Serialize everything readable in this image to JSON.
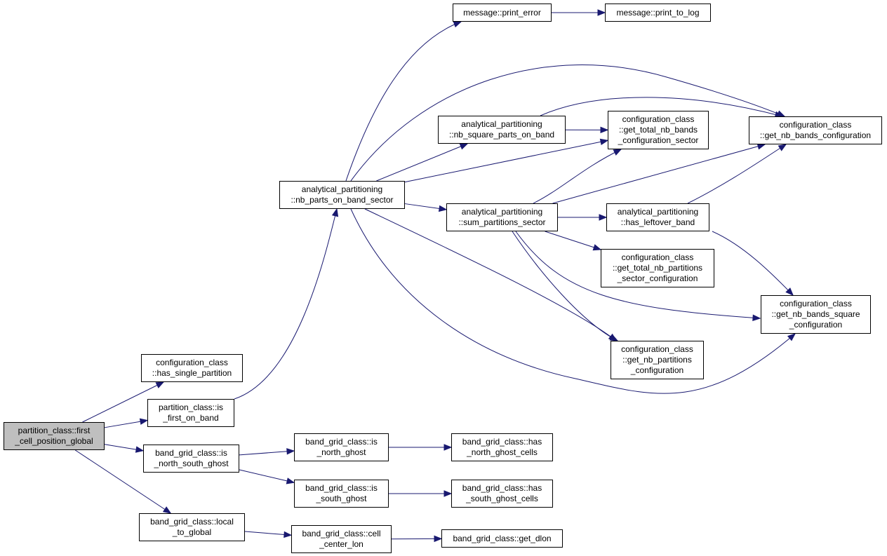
{
  "nodes": {
    "partition_first_cell": {
      "text": "partition_class::first\n_cell_position_global"
    },
    "has_single_partition": {
      "text": "configuration_class\n::has_single_partition"
    },
    "is_first_on_band": {
      "text": "partition_class::is\n_first_on_band"
    },
    "is_north_south_ghost": {
      "text": "band_grid_class::is\n_north_south_ghost"
    },
    "local_to_global": {
      "text": "band_grid_class::local\n_to_global"
    },
    "nb_parts_on_band_sector": {
      "text": "analytical_partitioning\n::nb_parts_on_band_sector"
    },
    "is_north_ghost": {
      "text": "band_grid_class::is\n_north_ghost"
    },
    "is_south_ghost": {
      "text": "band_grid_class::is\n_south_ghost"
    },
    "cell_center_lon": {
      "text": "band_grid_class::cell\n_center_lon"
    },
    "has_north_ghost_cells": {
      "text": "band_grid_class::has\n_north_ghost_cells"
    },
    "has_south_ghost_cells": {
      "text": "band_grid_class::has\n_south_ghost_cells"
    },
    "get_dlon": {
      "text": "band_grid_class::get_dlon"
    },
    "print_error": {
      "text": "message::print_error"
    },
    "print_to_log": {
      "text": "message::print_to_log"
    },
    "nb_square_parts_on_band": {
      "text": "analytical_partitioning\n::nb_square_parts_on_band"
    },
    "sum_partitions_sector": {
      "text": "analytical_partitioning\n::sum_partitions_sector"
    },
    "get_total_nb_bands_configuration_sector": {
      "text": "configuration_class\n::get_total_nb_bands\n_configuration_sector"
    },
    "get_nb_bands_configuration": {
      "text": "configuration_class\n::get_nb_bands_configuration"
    },
    "has_leftover_band": {
      "text": "analytical_partitioning\n::has_leftover_band"
    },
    "get_total_nb_partitions_sector_configuration": {
      "text": "configuration_class\n::get_total_nb_partitions\n_sector_configuration"
    },
    "get_nb_bands_square_configuration": {
      "text": "configuration_class\n::get_nb_bands_square\n_configuration"
    },
    "get_nb_partitions_configuration": {
      "text": "configuration_class\n::get_nb_partitions\n_configuration"
    }
  },
  "edges": [
    [
      "partition_first_cell",
      "has_single_partition"
    ],
    [
      "partition_first_cell",
      "is_first_on_band"
    ],
    [
      "partition_first_cell",
      "is_north_south_ghost"
    ],
    [
      "partition_first_cell",
      "local_to_global"
    ],
    [
      "is_first_on_band",
      "nb_parts_on_band_sector"
    ],
    [
      "is_north_south_ghost",
      "is_north_ghost"
    ],
    [
      "is_north_south_ghost",
      "is_south_ghost"
    ],
    [
      "is_north_ghost",
      "has_north_ghost_cells"
    ],
    [
      "is_south_ghost",
      "has_south_ghost_cells"
    ],
    [
      "local_to_global",
      "cell_center_lon"
    ],
    [
      "cell_center_lon",
      "get_dlon"
    ],
    [
      "nb_parts_on_band_sector",
      "print_error"
    ],
    [
      "print_error",
      "print_to_log"
    ],
    [
      "nb_parts_on_band_sector",
      "get_nb_bands_configuration"
    ],
    [
      "nb_parts_on_band_sector",
      "nb_square_parts_on_band"
    ],
    [
      "nb_parts_on_band_sector",
      "get_total_nb_bands_configuration_sector"
    ],
    [
      "nb_parts_on_band_sector",
      "sum_partitions_sector"
    ],
    [
      "nb_parts_on_band_sector",
      "get_nb_partitions_configuration"
    ],
    [
      "nb_parts_on_band_sector",
      "get_nb_bands_square_configuration"
    ],
    [
      "nb_square_parts_on_band",
      "get_nb_bands_configuration"
    ],
    [
      "nb_square_parts_on_band",
      "get_total_nb_bands_configuration_sector"
    ],
    [
      "sum_partitions_sector",
      "get_total_nb_bands_configuration_sector"
    ],
    [
      "sum_partitions_sector",
      "get_nb_bands_configuration"
    ],
    [
      "sum_partitions_sector",
      "has_leftover_band"
    ],
    [
      "sum_partitions_sector",
      "get_total_nb_partitions_sector_configuration"
    ],
    [
      "sum_partitions_sector",
      "get_nb_bands_square_configuration"
    ],
    [
      "sum_partitions_sector",
      "get_nb_partitions_configuration"
    ],
    [
      "has_leftover_band",
      "get_nb_bands_configuration"
    ],
    [
      "has_leftover_band",
      "get_nb_bands_square_configuration"
    ]
  ],
  "colors": {
    "edge": "#191970",
    "root_fill": "#bfbfbf",
    "node_fill": "#ffffff",
    "node_border": "#000000"
  }
}
